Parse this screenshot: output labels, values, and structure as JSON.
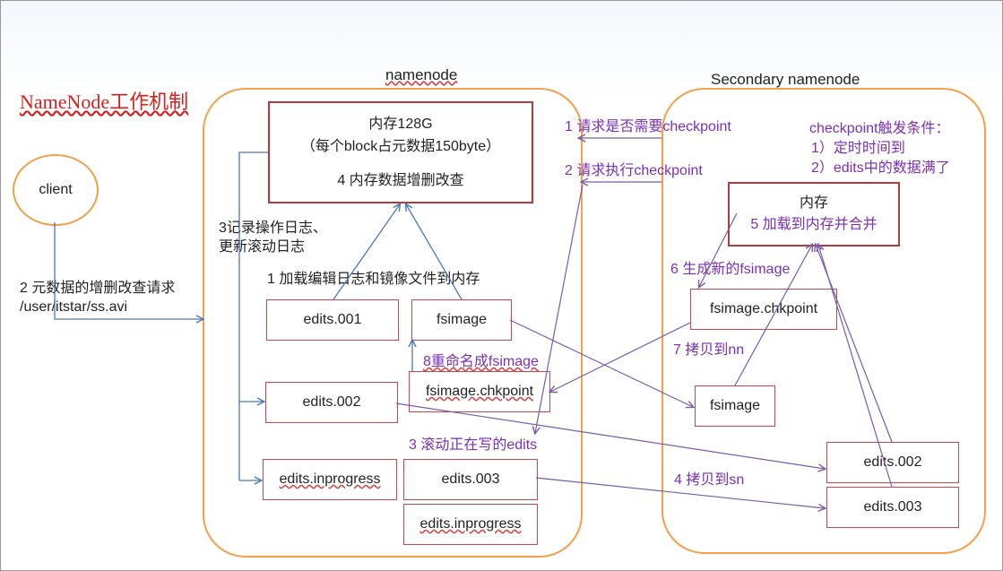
{
  "title": "NameNode工作机制",
  "namenode": {
    "label": "namenode",
    "memory": {
      "line1": "内存128G",
      "line2": "（每个block占元数据150byte）",
      "line3": "4 内存数据增删改查"
    },
    "log_note_line1": "3记录操作日志、",
    "log_note_line2": "更新滚动日志",
    "load_note": "1 加载编辑日志和镜像文件到内存",
    "files": {
      "edits001": "edits.001",
      "fsimage": "fsimage",
      "rename_note": "8重命名成fsimage",
      "edits002": "edits.002",
      "fsimage_chkpoint": "fsimage.chkpoint",
      "roll_note": "3 滚动正在写的edits",
      "edits_inprogress_left": "edits.inprogress",
      "edits003": "edits.003",
      "edits_inprogress_right": "edits.inprogress"
    }
  },
  "client": {
    "label": "client",
    "request_line1": "2 元数据的增删改查请求",
    "request_line2": "/user/itstar/ss.avi"
  },
  "secondary": {
    "label": "Secondary namenode",
    "trigger_title": "checkpoint触发条件：",
    "trigger_1": "1）定时时间到",
    "trigger_2": "2）edits中的数据满了",
    "memory_line1": "内存",
    "memory_line2": "5 加载到内存并合并",
    "gen_note": "6 生成新的fsimage",
    "fsimage_chkpoint": "fsimage.chkpoint",
    "copy_nn": "7 拷贝到nn",
    "fsimage": "fsimage",
    "edits002": "edits.002",
    "copy_sn": "4 拷贝到sn",
    "edits003": "edits.003"
  },
  "messages": {
    "ask_checkpoint": "1 请求是否需要checkpoint",
    "do_checkpoint": "2 请求执行checkpoint"
  },
  "colors": {
    "panel_border": "#f3a04c",
    "box_border": "#c6474d",
    "arrow_blue": "#4a78b5",
    "arrow_purple": "#7a5aa8",
    "text_purple": "#7b2fb7",
    "title_red": "#d51f1f"
  }
}
